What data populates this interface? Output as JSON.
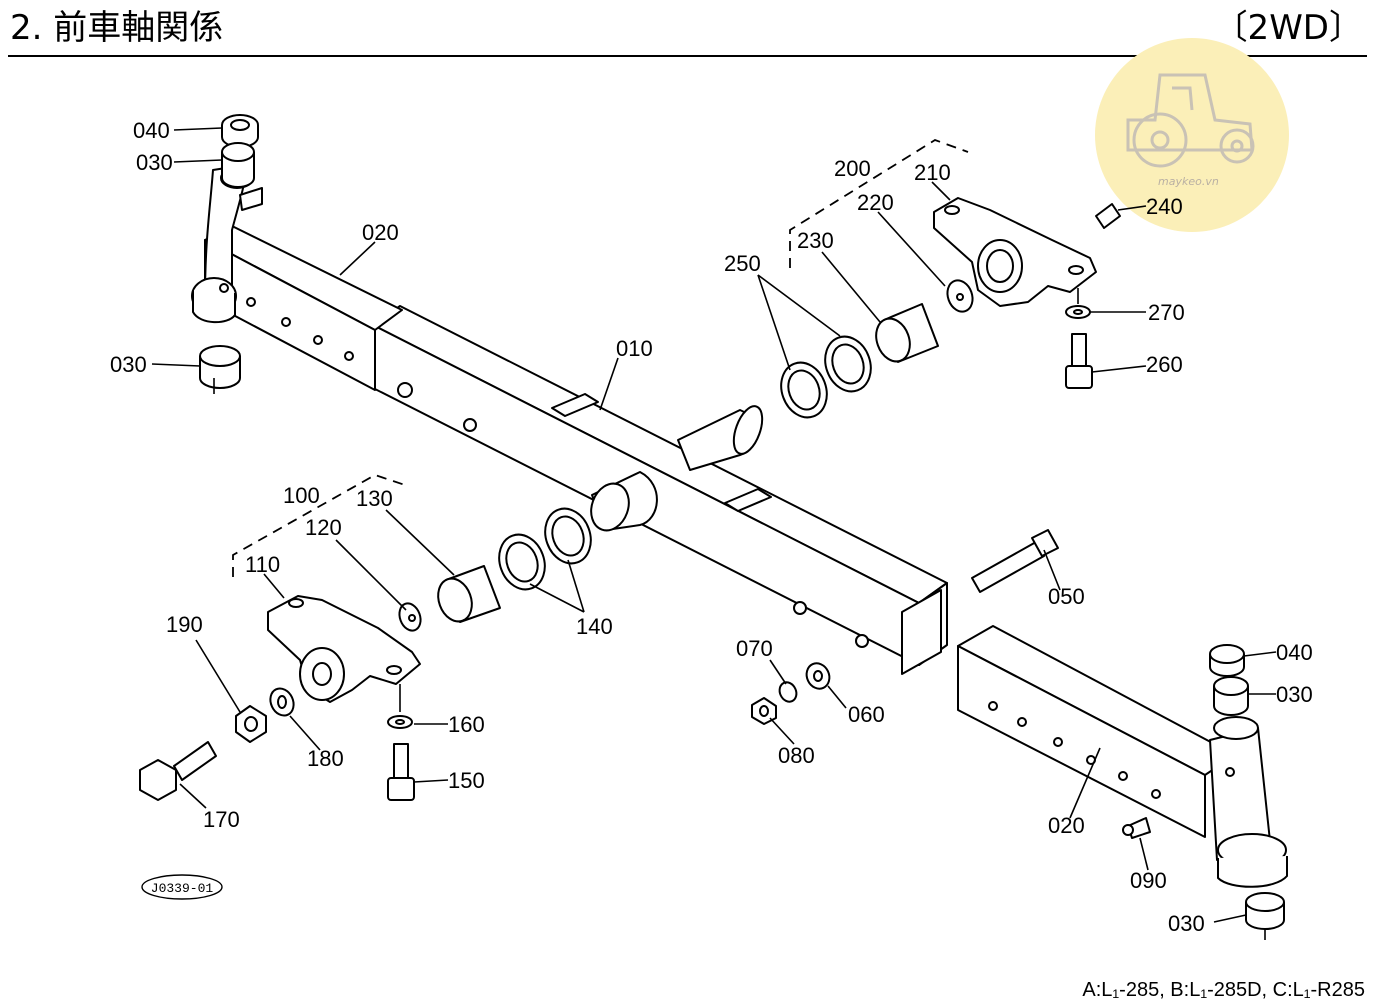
{
  "header": {
    "title": "2. 前車軸関係",
    "drive_type": "〔2WD〕"
  },
  "watermark": {
    "text": "maykeo.vn",
    "icon": "tractor-icon",
    "color": "#fbefb8"
  },
  "diagram_code": "J0339-01",
  "models_note": "A:L₁-285, B:L₁-285D, C:L₁-R285",
  "parts": {
    "p010": "010",
    "p020a": "020",
    "p020b": "020",
    "p030a": "030",
    "p030b": "030",
    "p030c": "030",
    "p030d": "030",
    "p040a": "040",
    "p040b": "040",
    "p050": "050",
    "p060": "060",
    "p070": "070",
    "p080": "080",
    "p090": "090",
    "p100": "100",
    "p110": "110",
    "p120": "120",
    "p130": "130",
    "p140": "140",
    "p150": "150",
    "p160": "160",
    "p170": "170",
    "p180": "180",
    "p190": "190",
    "p200": "200",
    "p210": "210",
    "p220": "220",
    "p230": "230",
    "p240": "240",
    "p250": "250",
    "p260": "260",
    "p270": "270"
  }
}
